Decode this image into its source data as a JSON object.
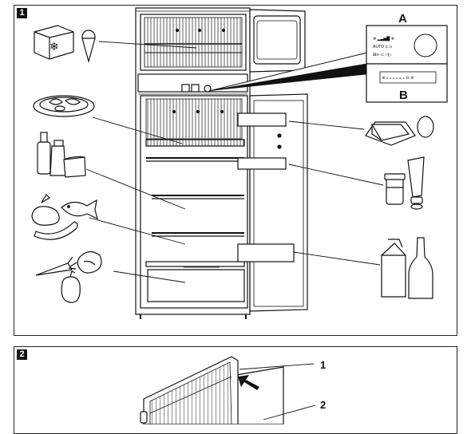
{
  "figure1": {
    "badge": "1",
    "callouts": {
      "a": "A",
      "b": "B"
    },
    "panel_a_text": {
      "row1": "❄ ▂▃▅█ ❄",
      "row2": "AUTO ⊏⊐",
      "row3": "⊠⊳ ⊏ ◁▷"
    },
    "panel_b_text": "⊛ ▵ ▵ ▵ ▵ ▵ ▵ ⊟ ⊛"
  },
  "figure2": {
    "badge": "2",
    "callouts": {
      "one": "1",
      "two": "2"
    }
  }
}
